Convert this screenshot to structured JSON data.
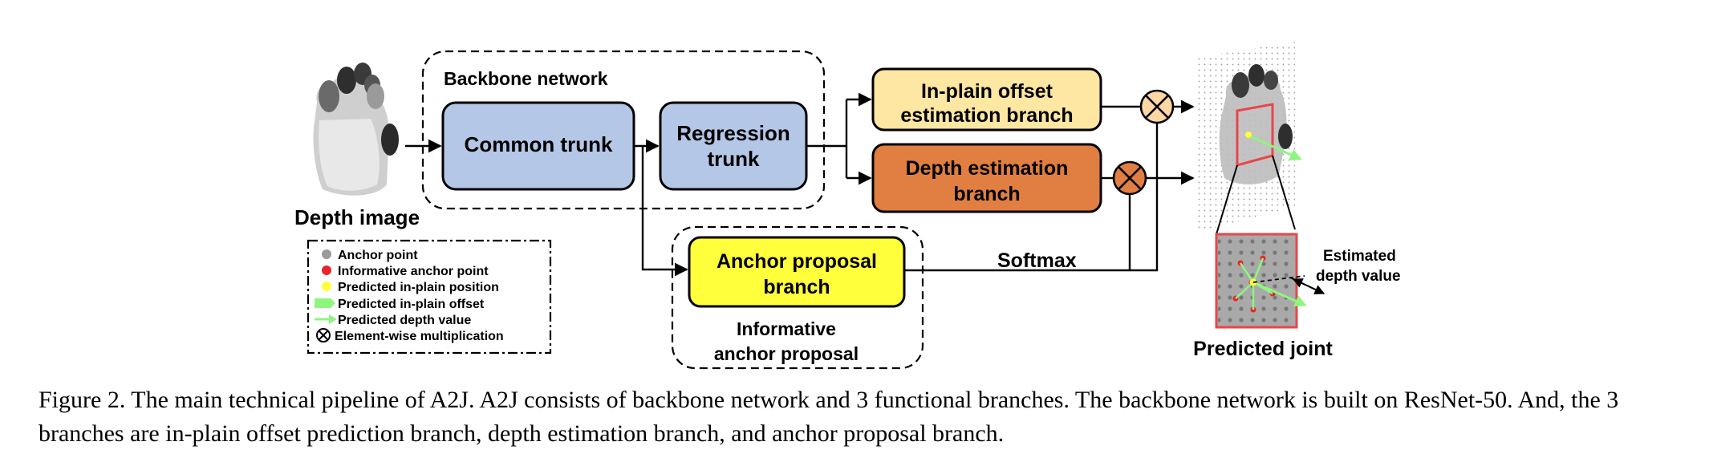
{
  "labels": {
    "depth_image": "Depth image",
    "backbone_network": "Backbone network",
    "common_trunk": "Common trunk",
    "regression_trunk_line1": "Regression",
    "regression_trunk_line2": "trunk",
    "inplain_branch_line1": "In-plain offset",
    "inplain_branch_line2": "estimation branch",
    "depth_branch_line1": "Depth estimation",
    "depth_branch_line2": "branch",
    "anchor_branch_line1": "Anchor proposal",
    "anchor_branch_line2": "branch",
    "informative_line1": "Informative",
    "informative_line2": "anchor proposal",
    "softmax": "Softmax",
    "estimated_line1": "Estimated",
    "estimated_line2": "depth value",
    "predicted_joint": "Predicted joint"
  },
  "legend": [
    {
      "label": "Anchor point",
      "icon": "gray-dot"
    },
    {
      "label": "Informative anchor point",
      "icon": "red-dot"
    },
    {
      "label": "Predicted in-plain position",
      "icon": "yellow-dot"
    },
    {
      "label": "Predicted in-plain offset",
      "icon": "green-offset-arrow"
    },
    {
      "label": "Predicted depth value",
      "icon": "green-depth-arrow"
    },
    {
      "label": "Element-wise multiplication",
      "icon": "otimes"
    }
  ],
  "caption": "Figure 2. The main technical pipeline of A2J. A2J consists of backbone network and 3 functional branches. The backbone network is built on ResNet-50. And, the 3 branches are in-plain offset prediction branch, depth estimation branch, and anchor proposal branch.",
  "colors": {
    "trunk_fill": "#b4c7e7",
    "inplain_fill": "#fee6a3",
    "depth_fill": "#e07f41",
    "anchor_fill": "#ffff3c",
    "multiply_fill": "#ffd7a4",
    "multiply_fill_dark": "#e07f41",
    "joint_border": "#e8464a",
    "arrow_green": "#8ef57f"
  }
}
